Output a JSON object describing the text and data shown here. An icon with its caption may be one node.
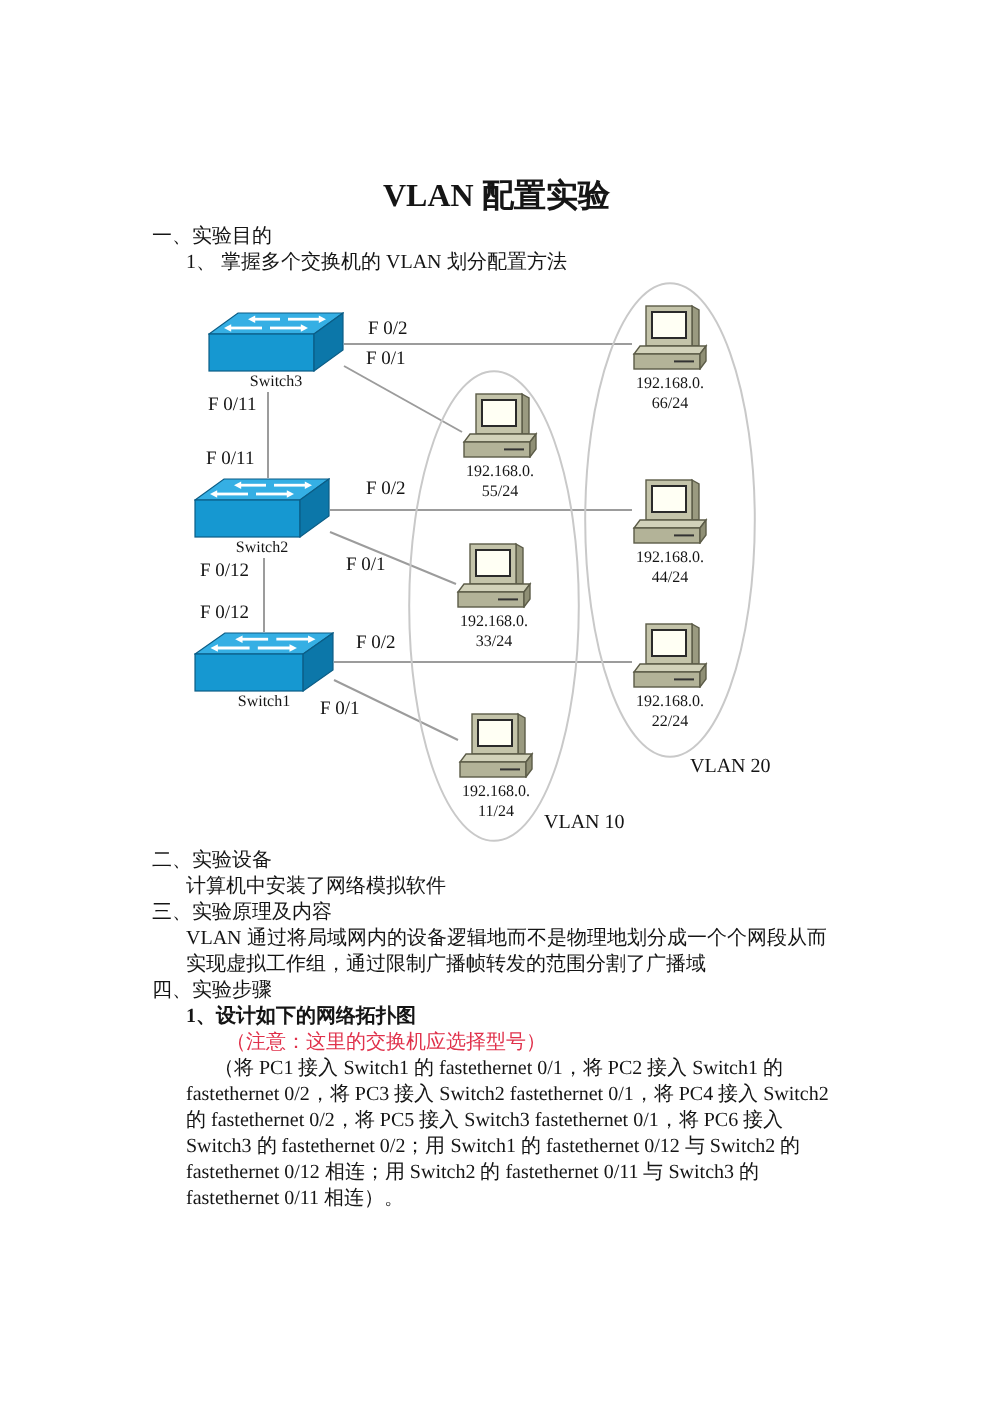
{
  "diagram": {
    "title": "VLAN 配置实验",
    "nodes": [
      {
        "text": [
          "Switch3"
        ]
      },
      {
        "text": [
          "VLAN 20"
        ]
      },
      {
        "text": [
          "192.168.0. 66/24"
        ],
        "in": 1
      },
      {
        "text": [
          "VLAN 10"
        ]
      },
      {
        "text": [
          "192.168.0. 55/24"
        ],
        "in": 3
      },
      {
        "text": [
          "Switch2"
        ]
      },
      {
        "text": [
          "192.168.0. 44/24"
        ],
        "in": 1
      },
      {
        "text": [
          "192.168.0. 33/24"
        ],
        "in": 3
      },
      {
        "text": [
          "Switch1"
        ]
      },
      {
        "text": [
          "192.168.0. 22/24"
        ],
        "in": 1
      },
      {
        "text": [
          "192.168.0. 11/24"
        ],
        "in": 3
      }
    ],
    "edges": [
      {
        "from": 0,
        "to": 2,
        "arrow": "none",
        "label": "F 0/2"
      },
      {
        "from": 0,
        "to": 4,
        "arrow": "none",
        "label": "F 0/1"
      },
      {
        "from": 0,
        "to": 5,
        "arrow": "none",
        "label": "F 0/11"
      },
      {
        "from": 5,
        "to": 6,
        "arrow": "none",
        "label": "F 0/2"
      },
      {
        "from": 5,
        "to": 7,
        "arrow": "none",
        "label": "F 0/1"
      },
      {
        "from": 5,
        "to": 8,
        "arrow": "none",
        "label": "F 0/12"
      },
      {
        "from": 8,
        "to": 9,
        "arrow": "none",
        "label": "F 0/2"
      },
      {
        "from": 8,
        "to": 10,
        "arrow": "none",
        "label": "F 0/1"
      }
    ],
    "labels": [
      "一、实验目的",
      "1、 掌握多个交换机的 VLAN 划分配置方法",
      "F 0/11",
      "F 0/12",
      "二、实验设备",
      "计算机中安装了网络模拟软件",
      "三、实验原理及内容",
      "VLAN 通过将局域网内的设备逻辑地而不是物理地划分成一个个网段从而实现虚拟工作组，通过限制广播帧转发的范围分割了广播域",
      "四、实验步骤",
      "1、设计如下的网络拓扑图",
      "（注意：这里的交换机应选择型号）",
      "（将 PC1 接入 Switch1 的 fastethernet 0/1，将 PC2 接入 Switch1 的 fastethernet 0/2，将 PC3 接入 Switch2 fastethernet 0/1，将 PC4 接入 Switch2 的 fastethernet 0/2，将 PC5 接入 Switch3 fastethernet 0/1，将 PC6 接入 Switch3 的 fastethernet 0/2；用 Switch1 的 fastethernet 0/12 与 Switch2 的 fastethernet 0/12 相连；用 Switch2 的 fastethernet 0/11 与 Switch3 的 fastethernet 0/11 相连）。"
    ]
  }
}
